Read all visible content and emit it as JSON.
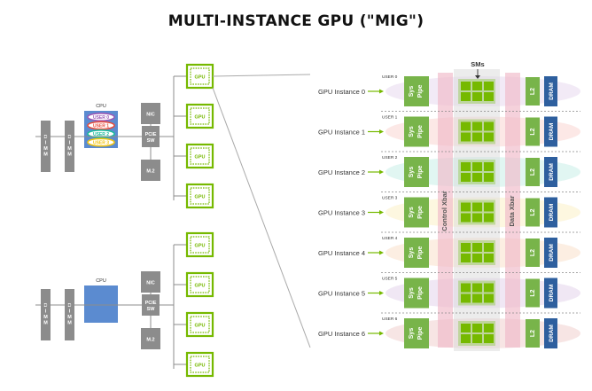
{
  "title": "MULTI-INSTANCE GPU (\"MIG\")",
  "system": {
    "cpu_label": "CPU",
    "dimm_label": "DIMM",
    "nic_label": "NIC",
    "pcie_label": "PCIE SW",
    "m2_label": "M.2",
    "gpu_label": "GPU",
    "cpu_users": [
      "USER 0",
      "USER 1",
      "USER 2",
      "USER 3"
    ]
  },
  "mig": {
    "sms_label": "SMs",
    "sys_pipe_label": "Sys Pipe",
    "l2_label": "L2",
    "dram_label": "DRAM",
    "control_xbar_label": "Control Xbar",
    "data_xbar_label": "Data Xbar",
    "instances": [
      {
        "user": "USER 0",
        "label": "GPU Instance 0"
      },
      {
        "user": "USER 1",
        "label": "GPU Instance 1"
      },
      {
        "user": "USER 2",
        "label": "GPU Instance 2"
      },
      {
        "user": "USER 3",
        "label": "GPU Instance 3"
      },
      {
        "user": "USER 4",
        "label": "GPU Instance 4"
      },
      {
        "user": "USER 5",
        "label": "GPU Instance 5"
      },
      {
        "user": "USER 6",
        "label": "GPU Instance 6"
      }
    ]
  },
  "colors": {
    "green": "#76b900",
    "sys_pipe": "#78b44a",
    "gray_box": "#8c8c8c",
    "cpu_blue": "#5b8bd0",
    "dram_blue": "#2e5f9e",
    "xbar_pink": "#f0b8c8",
    "user_colors": [
      "#9b59b6",
      "#e74c3c",
      "#1abc9c",
      "#f1c40f",
      "#e67e22",
      "#8e44ad",
      "#c0392b"
    ]
  }
}
